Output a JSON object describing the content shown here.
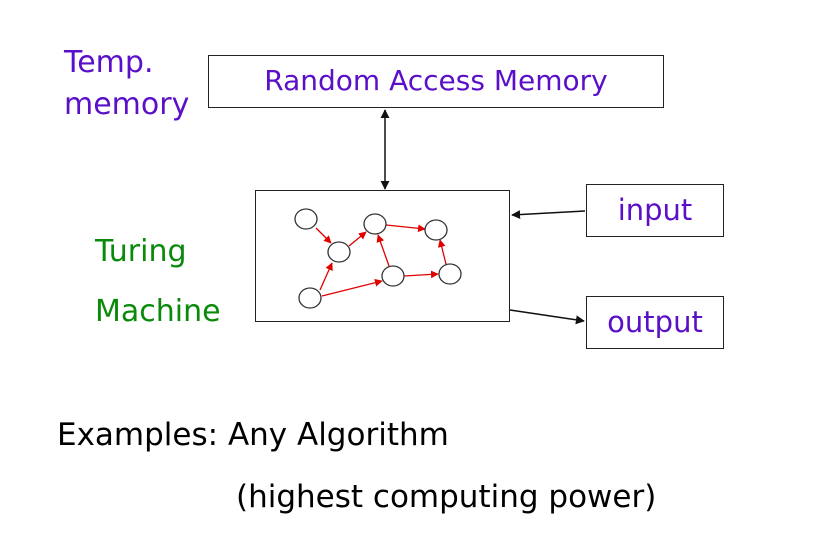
{
  "labels": {
    "temp_line1": "Temp.",
    "temp_line2": "memory",
    "tm_line1": "Turing",
    "tm_line2": "Machine"
  },
  "boxes": {
    "ram": "Random Access Memory",
    "input": "input",
    "output": "output"
  },
  "footer": {
    "examples": "Examples: Any Algorithm",
    "power": "(highest computing power)"
  },
  "colors": {
    "memory_text": "#5a0fc8",
    "machine_text": "#0a8a0a",
    "state_arrows": "#e00000"
  }
}
